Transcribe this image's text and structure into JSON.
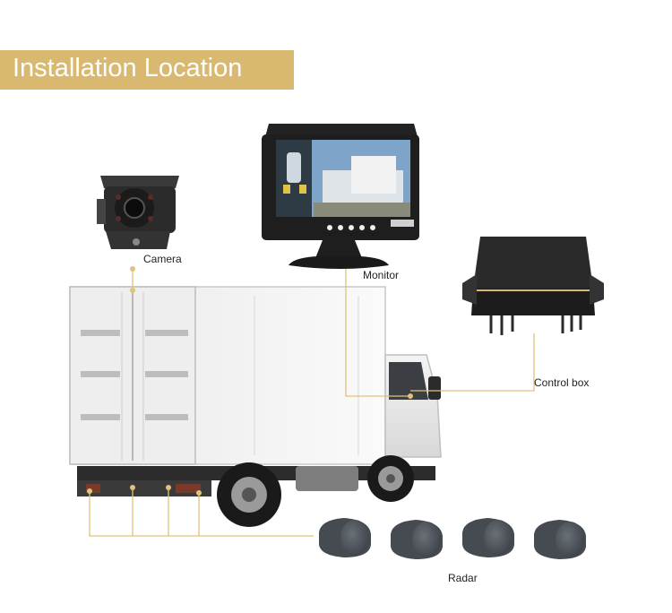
{
  "header": {
    "title": "Installation Location"
  },
  "labels": {
    "camera": "Camera",
    "monitor": "Monitor",
    "control_box": "Control box",
    "radar": "Radar"
  },
  "colors": {
    "accent": "#d9b96f",
    "leader_line": "#e0c27a",
    "device_dark": "#2b2b2b",
    "sensor": "#4a4f55"
  }
}
